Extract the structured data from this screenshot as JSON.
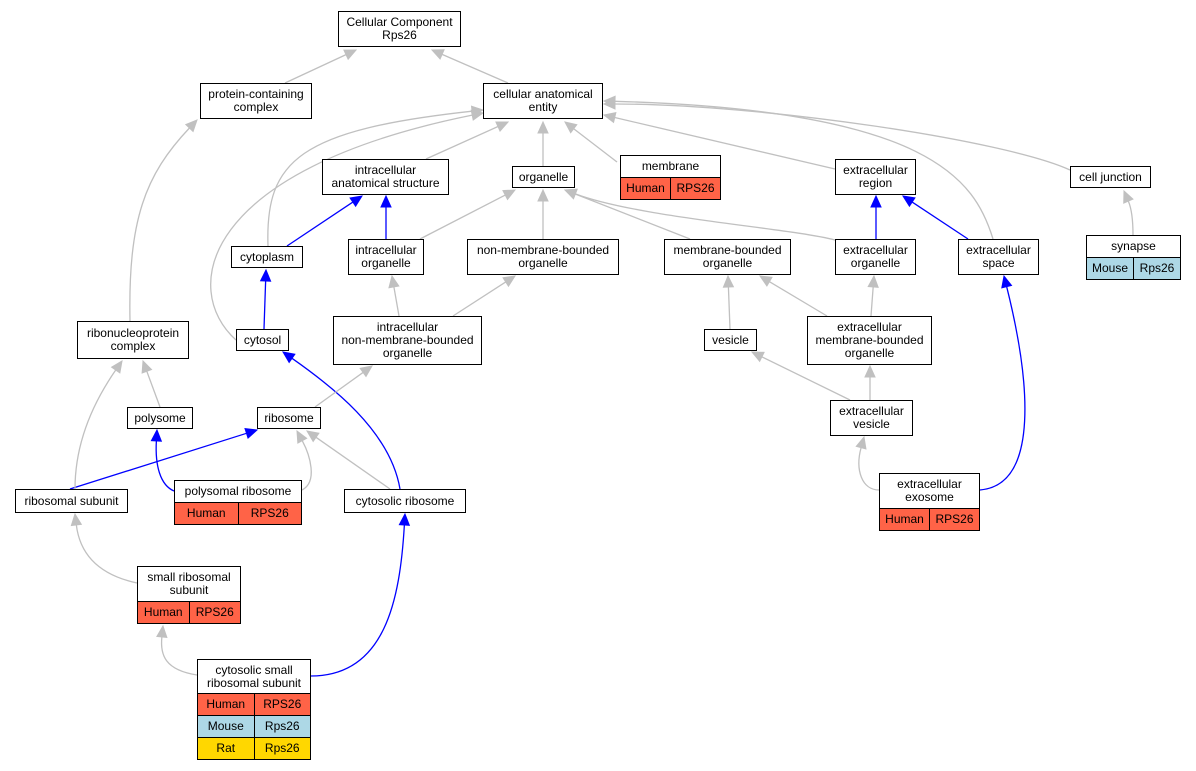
{
  "colors": {
    "human": "#ff6347",
    "mouse": "#add8e6",
    "rat": "#ffd700",
    "edge_gray": "#c0c0c0",
    "edge_blue": "#0000ff"
  },
  "nodes": {
    "cellular_component": {
      "label": "Cellular Component\nRps26"
    },
    "protein_containing_complex": {
      "label": "protein-containing\ncomplex"
    },
    "cellular_anatomical_entity": {
      "label": "cellular anatomical\nentity"
    },
    "intracellular_anatomical_structure": {
      "label": "intracellular\nanatomical structure"
    },
    "organelle": {
      "label": "organelle"
    },
    "membrane": {
      "label": "membrane",
      "rows": [
        {
          "species": "Human",
          "gene": "RPS26",
          "color": "human"
        }
      ]
    },
    "extracellular_region": {
      "label": "extracellular\nregion"
    },
    "cell_junction": {
      "label": "cell junction"
    },
    "cytoplasm": {
      "label": "cytoplasm"
    },
    "intracellular_organelle": {
      "label": "intracellular\norganelle"
    },
    "non_membrane_bounded_organelle": {
      "label": "non-membrane-bounded\norganelle"
    },
    "membrane_bounded_organelle": {
      "label": "membrane-bounded\norganelle"
    },
    "extracellular_organelle": {
      "label": "extracellular\norganelle"
    },
    "extracellular_space": {
      "label": "extracellular\nspace"
    },
    "synapse": {
      "label": "synapse",
      "rows": [
        {
          "species": "Mouse",
          "gene": "Rps26",
          "color": "mouse"
        }
      ]
    },
    "ribonucleoprotein_complex": {
      "label": "ribonucleoprotein\ncomplex"
    },
    "cytosol": {
      "label": "cytosol"
    },
    "intracellular_non_membrane_bounded_organelle": {
      "label": "intracellular\nnon-membrane-bounded\norganelle"
    },
    "vesicle": {
      "label": "vesicle"
    },
    "extracellular_membrane_bounded_organelle": {
      "label": "extracellular\nmembrane-bounded\norganelle"
    },
    "polysome": {
      "label": "polysome"
    },
    "ribosome": {
      "label": "ribosome"
    },
    "extracellular_vesicle": {
      "label": "extracellular\nvesicle"
    },
    "ribosomal_subunit": {
      "label": "ribosomal subunit"
    },
    "polysomal_ribosome": {
      "label": "polysomal ribosome",
      "rows": [
        {
          "species": "Human",
          "gene": "RPS26",
          "color": "human"
        }
      ]
    },
    "cytosolic_ribosome": {
      "label": "cytosolic ribosome"
    },
    "extracellular_exosome": {
      "label": "extracellular\nexosome",
      "rows": [
        {
          "species": "Human",
          "gene": "RPS26",
          "color": "human"
        }
      ]
    },
    "small_ribosomal_subunit": {
      "label": "small ribosomal\nsubunit",
      "rows": [
        {
          "species": "Human",
          "gene": "RPS26",
          "color": "human"
        }
      ]
    },
    "cytosolic_small_ribosomal_subunit": {
      "label": "cytosolic small\nribosomal subunit",
      "rows": [
        {
          "species": "Human",
          "gene": "RPS26",
          "color": "human"
        },
        {
          "species": "Mouse",
          "gene": "Rps26",
          "color": "mouse"
        },
        {
          "species": "Rat",
          "gene": "Rps26",
          "color": "rat"
        }
      ]
    }
  },
  "edges": [
    {
      "from": "protein_containing_complex",
      "to": "cellular_component",
      "type": "is_a"
    },
    {
      "from": "cellular_anatomical_entity",
      "to": "cellular_component",
      "type": "is_a"
    },
    {
      "from": "intracellular_anatomical_structure",
      "to": "cellular_anatomical_entity",
      "type": "is_a"
    },
    {
      "from": "organelle",
      "to": "cellular_anatomical_entity",
      "type": "is_a"
    },
    {
      "from": "membrane",
      "to": "cellular_anatomical_entity",
      "type": "is_a"
    },
    {
      "from": "extracellular_region",
      "to": "cellular_anatomical_entity",
      "type": "is_a"
    },
    {
      "from": "cell_junction",
      "to": "cellular_anatomical_entity",
      "type": "is_a"
    },
    {
      "from": "cytoplasm",
      "to": "cellular_anatomical_entity",
      "type": "is_a"
    },
    {
      "from": "cytosol",
      "to": "cellular_anatomical_entity",
      "type": "is_a"
    },
    {
      "from": "extracellular_space",
      "to": "cellular_anatomical_entity",
      "type": "is_a"
    },
    {
      "from": "cytoplasm",
      "to": "intracellular_anatomical_structure",
      "type": "part_of"
    },
    {
      "from": "intracellular_organelle",
      "to": "intracellular_anatomical_structure",
      "type": "part_of"
    },
    {
      "from": "intracellular_organelle",
      "to": "organelle",
      "type": "is_a"
    },
    {
      "from": "non_membrane_bounded_organelle",
      "to": "organelle",
      "type": "is_a"
    },
    {
      "from": "membrane_bounded_organelle",
      "to": "organelle",
      "type": "is_a"
    },
    {
      "from": "extracellular_organelle",
      "to": "organelle",
      "type": "is_a"
    },
    {
      "from": "extracellular_organelle",
      "to": "extracellular_region",
      "type": "part_of"
    },
    {
      "from": "extracellular_space",
      "to": "extracellular_region",
      "type": "part_of"
    },
    {
      "from": "synapse",
      "to": "cell_junction",
      "type": "is_a"
    },
    {
      "from": "cytosol",
      "to": "cytoplasm",
      "type": "part_of"
    },
    {
      "from": "intracellular_non_membrane_bounded_organelle",
      "to": "intracellular_organelle",
      "type": "is_a"
    },
    {
      "from": "intracellular_non_membrane_bounded_organelle",
      "to": "non_membrane_bounded_organelle",
      "type": "is_a"
    },
    {
      "from": "vesicle",
      "to": "membrane_bounded_organelle",
      "type": "is_a"
    },
    {
      "from": "extracellular_membrane_bounded_organelle",
      "to": "membrane_bounded_organelle",
      "type": "is_a"
    },
    {
      "from": "extracellular_membrane_bounded_organelle",
      "to": "extracellular_organelle",
      "type": "is_a"
    },
    {
      "from": "ribonucleoprotein_complex",
      "to": "protein_containing_complex",
      "type": "is_a"
    },
    {
      "from": "polysome",
      "to": "ribonucleoprotein_complex",
      "type": "is_a"
    },
    {
      "from": "ribosomal_subunit",
      "to": "ribonucleoprotein_complex",
      "type": "is_a"
    },
    {
      "from": "ribosome",
      "to": "intracellular_non_membrane_bounded_organelle",
      "type": "is_a"
    },
    {
      "from": "cytosolic_ribosome",
      "to": "cytosol",
      "type": "part_of"
    },
    {
      "from": "extracellular_vesicle",
      "to": "vesicle",
      "type": "is_a"
    },
    {
      "from": "extracellular_vesicle",
      "to": "extracellular_membrane_bounded_organelle",
      "type": "is_a"
    },
    {
      "from": "polysomal_ribosome",
      "to": "polysome",
      "type": "part_of"
    },
    {
      "from": "ribosomal_subunit",
      "to": "ribosome",
      "type": "part_of"
    },
    {
      "from": "polysomal_ribosome",
      "to": "ribosome",
      "type": "is_a"
    },
    {
      "from": "cytosolic_ribosome",
      "to": "ribosome",
      "type": "is_a"
    },
    {
      "from": "extracellular_exosome",
      "to": "extracellular_vesicle",
      "type": "is_a"
    },
    {
      "from": "extracellular_exosome",
      "to": "extracellular_space",
      "type": "part_of"
    },
    {
      "from": "small_ribosomal_subunit",
      "to": "ribosomal_subunit",
      "type": "is_a"
    },
    {
      "from": "cytosolic_small_ribosomal_subunit",
      "to": "small_ribosomal_subunit",
      "type": "is_a"
    },
    {
      "from": "cytosolic_small_ribosomal_subunit",
      "to": "cytosolic_ribosome",
      "type": "part_of"
    }
  ]
}
